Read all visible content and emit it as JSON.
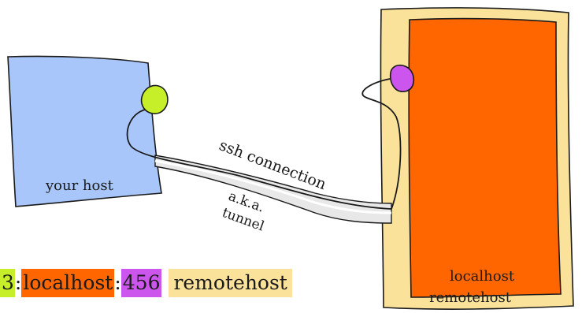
{
  "colors": {
    "your_host_fill": "#a8c6fa",
    "remote_outer_fill": "#fbe29a",
    "remote_inner_fill": "#ff6600",
    "local_port_fill": "#c6ef2a",
    "remote_port_fill": "#cc55ee",
    "tunnel_fill": "#e8e8e8",
    "command_host_bg": "#fbe29a"
  },
  "labels": {
    "your_host": "your host",
    "ssh_connection": "ssh connection",
    "aka": "a.k.a.",
    "tunnel": "tunnel",
    "localhost": "localhost",
    "remotehost": "remotehost"
  },
  "command": {
    "local_port": "3",
    "sep1": ":",
    "dest_host": "localhost",
    "sep2": ":",
    "dest_port": "456",
    "remote_host": "remotehost"
  }
}
